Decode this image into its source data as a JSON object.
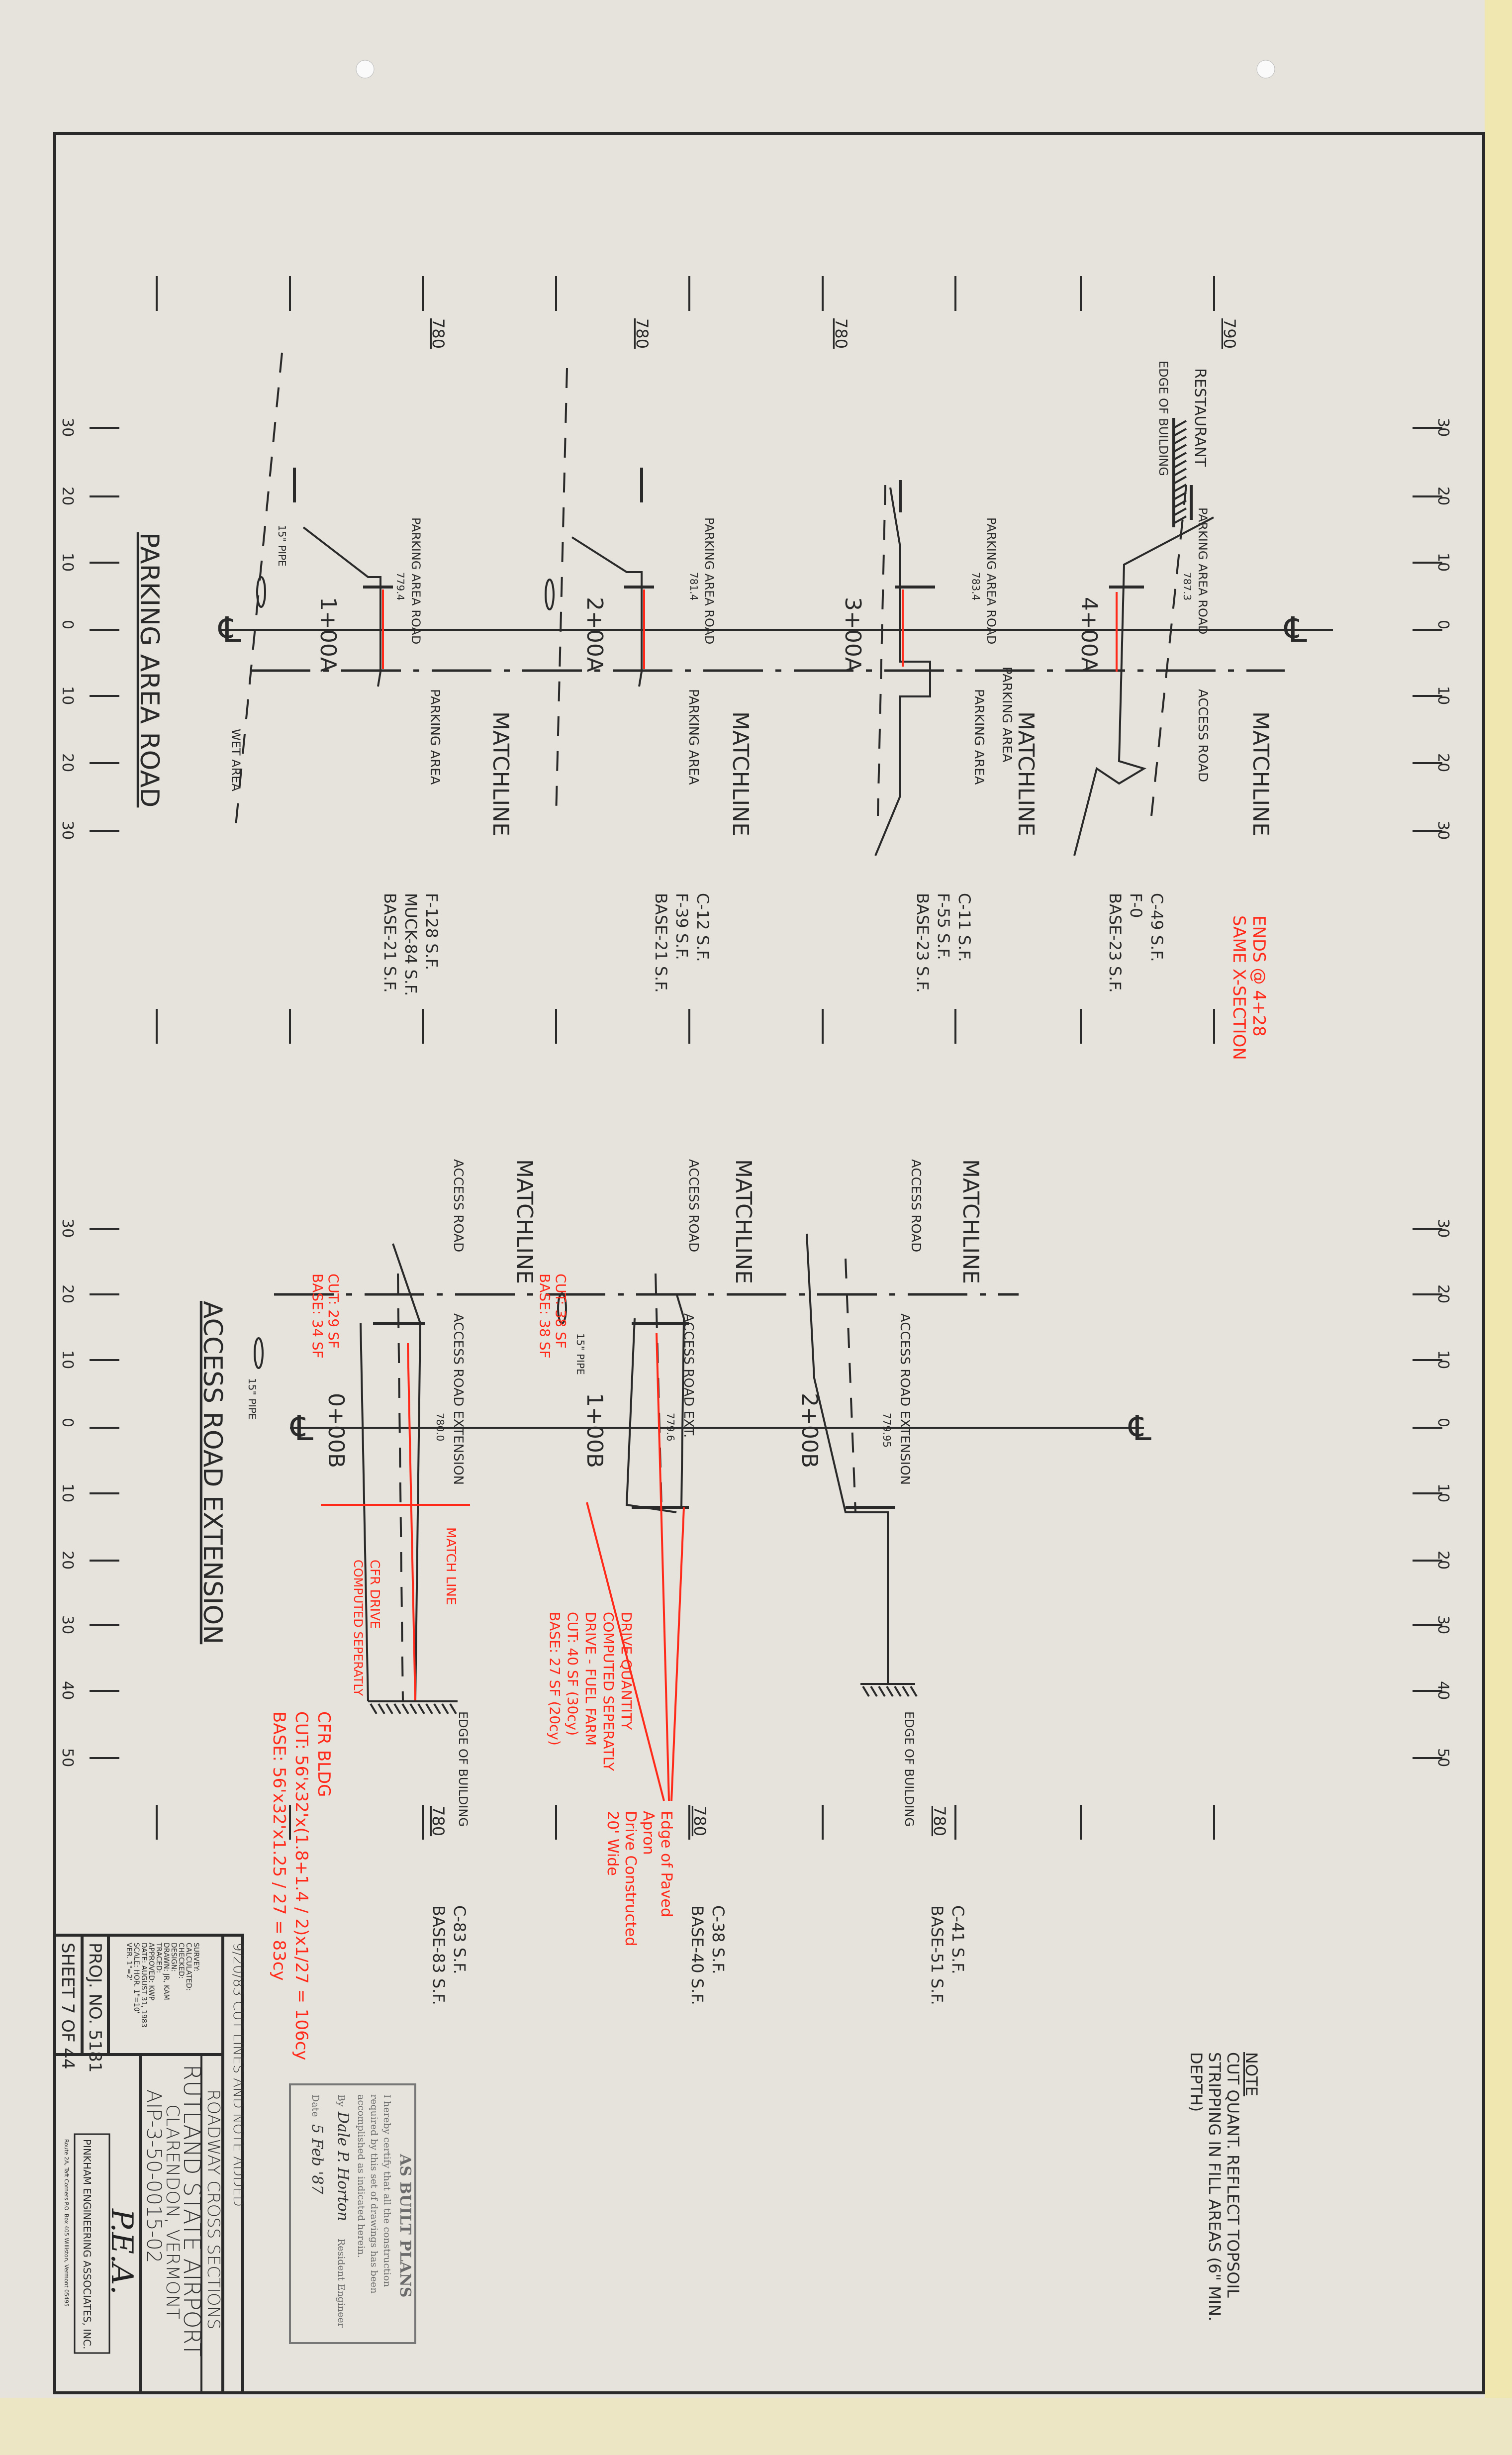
{
  "upper_panel": {
    "title": "PARKING AREA ROAD",
    "offset_labels": [
      "30",
      "20",
      "10",
      "0",
      "10",
      "20",
      "30"
    ],
    "elevation_labels": [
      "780",
      "780",
      "780",
      "790"
    ],
    "restaurant": "RESTAURANT",
    "edge_of_building": "EDGE OF BUILDING",
    "wet_area": "WET AREA",
    "pipe": "15\" PIPE",
    "sections": [
      {
        "station": "1+00A",
        "road_label": "PARKING AREA ROAD",
        "elev": "779.4",
        "matchline": "MATCHLINE",
        "right_label": "PARKING AREA",
        "quantities": [
          "F-128 S.F.",
          "MUCK-84 S.F.",
          "BASE-21 S.F."
        ]
      },
      {
        "station": "2+00A",
        "road_label": "PARKING AREA ROAD",
        "elev": "781.4",
        "matchline": "MATCHLINE",
        "right_label": "PARKING AREA",
        "quantities": [
          "C-12 S.F.",
          "F-39 S.F.",
          "BASE-21 S.F."
        ]
      },
      {
        "station": "3+00A",
        "road_label": "PARKING AREA ROAD",
        "elev": "783.4",
        "matchline": "MATCHLINE",
        "right_label": "PARKING AREA",
        "quantities": [
          "C-11 S.F.",
          "F-55 S.F.",
          "BASE-23 S.F."
        ]
      },
      {
        "station": "4+00A",
        "road_label": "PARKING AREA ROAD",
        "elev": "787.3",
        "matchline": "MATCHLINE",
        "right_label": "ACCESS ROAD",
        "left_label": "PARKING AREA",
        "quantities": [
          "C-49 S.F.",
          "F-0",
          "BASE-23 S.F."
        ]
      }
    ],
    "red_note": [
      "ENDS @ 4+28",
      "SAME X-SECTION"
    ]
  },
  "lower_panel": {
    "title": "ACCESS ROAD EXTENSION",
    "offset_labels": [
      "30",
      "20",
      "10",
      "0",
      "10",
      "20",
      "30",
      "40",
      "50"
    ],
    "sections": [
      {
        "station": "0+00B",
        "matchline": "MATCHLINE",
        "left_label": "ACCESS ROAD",
        "road_label": "ACCESS ROAD EXTENSION",
        "elev": "780.0",
        "red_qty": [
          "CUT: 29 SF",
          "BASE: 34 SF"
        ],
        "edge": "EDGE OF BUILDING",
        "elev_tick": "780",
        "quantities": [
          "C-83 S.F.",
          "BASE-83 S.F."
        ]
      },
      {
        "station": "1+00B",
        "matchline": "MATCHLINE",
        "left_label": "ACCESS ROAD",
        "road_label": "ACCESS ROAD EXT.",
        "elev": "779.6",
        "red_qty": [
          "CUT: 38 SF",
          "BASE: 38 SF"
        ],
        "pipe": "15\" PIPE",
        "elev_tick": "780",
        "quantities": [
          "C-38 S.F.",
          "BASE-40 S.F."
        ]
      },
      {
        "station": "2+00B",
        "matchline": "MATCHLINE",
        "left_label": "ACCESS ROAD",
        "road_label": "ACCESS ROAD EXTENSION",
        "elev": "779.95",
        "edge": "EDGE OF BUILDING",
        "elev_tick": "780",
        "quantities": [
          "C-41 S.F.",
          "BASE-51 S.F."
        ]
      }
    ],
    "pipe": "15\" PIPE",
    "red_match_line": "MATCH LINE",
    "red_cfr_drive": [
      "CFR DRIVE",
      "COMPUTED SEPERATLY"
    ],
    "red_drive": [
      "DRIVE QUANTITY",
      "COMPUTED SEPERATLY",
      "DRIVE - FUEL FARM",
      "CUT: 40 SF  (30cy)",
      "BASE: 27 SF  (20cy)"
    ],
    "red_apron": [
      "Edge of Paved",
      "Apron",
      "Drive Constructed",
      "20' Wide"
    ],
    "red_cfr_bldg": [
      "CFR BLDG",
      "CUT: 56'x32'x(1.8+1.4 / 2)x1/27 = 106cy",
      "BASE: 56'x32'x1.25 / 27 = 83cy"
    ]
  },
  "note": {
    "heading": "NOTE",
    "lines": [
      "CUT QUANT. REFLECT TOPSOIL",
      "STRIPPING IN FILL AREAS (6\" MIN.",
      "DEPTH)"
    ]
  },
  "as_built": {
    "title": "AS BUILT PLANS",
    "lines": [
      "I hereby certify that all the construction",
      "required by this set of drawings has been",
      "accomplished as indicated herein."
    ],
    "by_label": "By",
    "by_role": "Resident Engineer",
    "date_label": "Date",
    "signature": "Dale P. Horton",
    "date": "5 Feb '87"
  },
  "title_block": {
    "revision": "9/20/83   CUT LINES AND NOTE ADDED",
    "sheet_title": "ROADWAY CROSS SECTIONS",
    "project": "RUTLAND STATE AIRPORT",
    "location": "CLARENDON, VERMONT",
    "aip": "AIP-3-50-0015-02",
    "fields": [
      "SURVEY:",
      "CALCULATED:",
      "CHECKED:",
      "DESIGN:",
      "DRAWN: JR, KAM",
      "TRACED:",
      "APPROVED: KWP",
      "DATE: AUGUST 31, 1983",
      "SCALE: HOR. 1\"=10'",
      "VER. 1\"=2'"
    ],
    "proj_no": "PROJ. NO. 5181",
    "sheet": "SHEET 7 OF 44",
    "logo": "P.E.A.",
    "firm": "PINKHAM ENGINEERING ASSOCIATES, INC.",
    "firm_address": "Route 2A, Taft Corners     P.O. Box 405     Williston, Vermont 05495"
  },
  "colors": {
    "paper": "#e6e3dc",
    "ink": "#2a2a2a",
    "red": "#ff2a1a",
    "edge_strip": "#efe6b0"
  }
}
